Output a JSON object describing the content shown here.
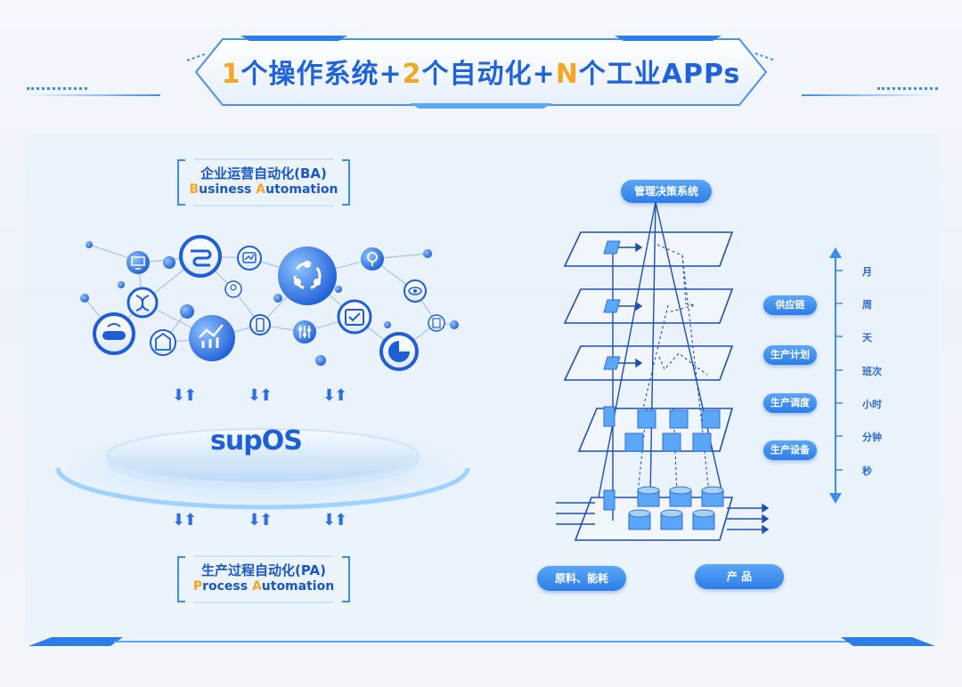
{
  "title": {
    "parts": [
      {
        "text": "1",
        "highlight": true
      },
      {
        "text": "个操作系统+",
        "highlight": false
      },
      {
        "text": "2",
        "highlight": true
      },
      {
        "text": "个自动化+",
        "highlight": false
      },
      {
        "text": "N",
        "highlight": true
      },
      {
        "text": "个工业APPs",
        "highlight": false
      }
    ]
  },
  "ba": {
    "line1": "企业运营自动化(BA)",
    "line2_parts": [
      {
        "text": "B",
        "cap": true
      },
      {
        "text": "usiness ",
        "cap": false
      },
      {
        "text": "A",
        "cap": true
      },
      {
        "text": "utomation",
        "cap": false
      }
    ]
  },
  "pa": {
    "line1": "生产过程自动化(PA)",
    "line2_parts": [
      {
        "text": "P",
        "cap": true
      },
      {
        "text": "rocess ",
        "cap": false
      },
      {
        "text": "A",
        "cap": true
      },
      {
        "text": "utomation",
        "cap": false
      }
    ]
  },
  "platform": {
    "logo": "supOS"
  },
  "pyramid": {
    "top_label": "管理决策系统",
    "layer_labels": [
      "供应链",
      "生产计划",
      "生产调度",
      "生产设备"
    ],
    "time_scale": [
      "月",
      "周",
      "天",
      "班次",
      "小时",
      "分钟",
      "秒"
    ],
    "input_label": "原料、能耗",
    "output_label": "产 品"
  },
  "icons": [
    "monitor-icon",
    "flow-icon",
    "chart-icon",
    "share-icon",
    "location-icon",
    "eye-icon",
    "dna-icon",
    "badge-icon",
    "router-icon",
    "building-icon",
    "analytics-icon",
    "mobile-icon",
    "sliders-icon",
    "calendar-check-icon",
    "pie-chart-icon",
    "server-icon"
  ],
  "colors": {
    "primary": "#1e63d9",
    "accent": "#f5a623",
    "light": "#5aa6f7"
  }
}
